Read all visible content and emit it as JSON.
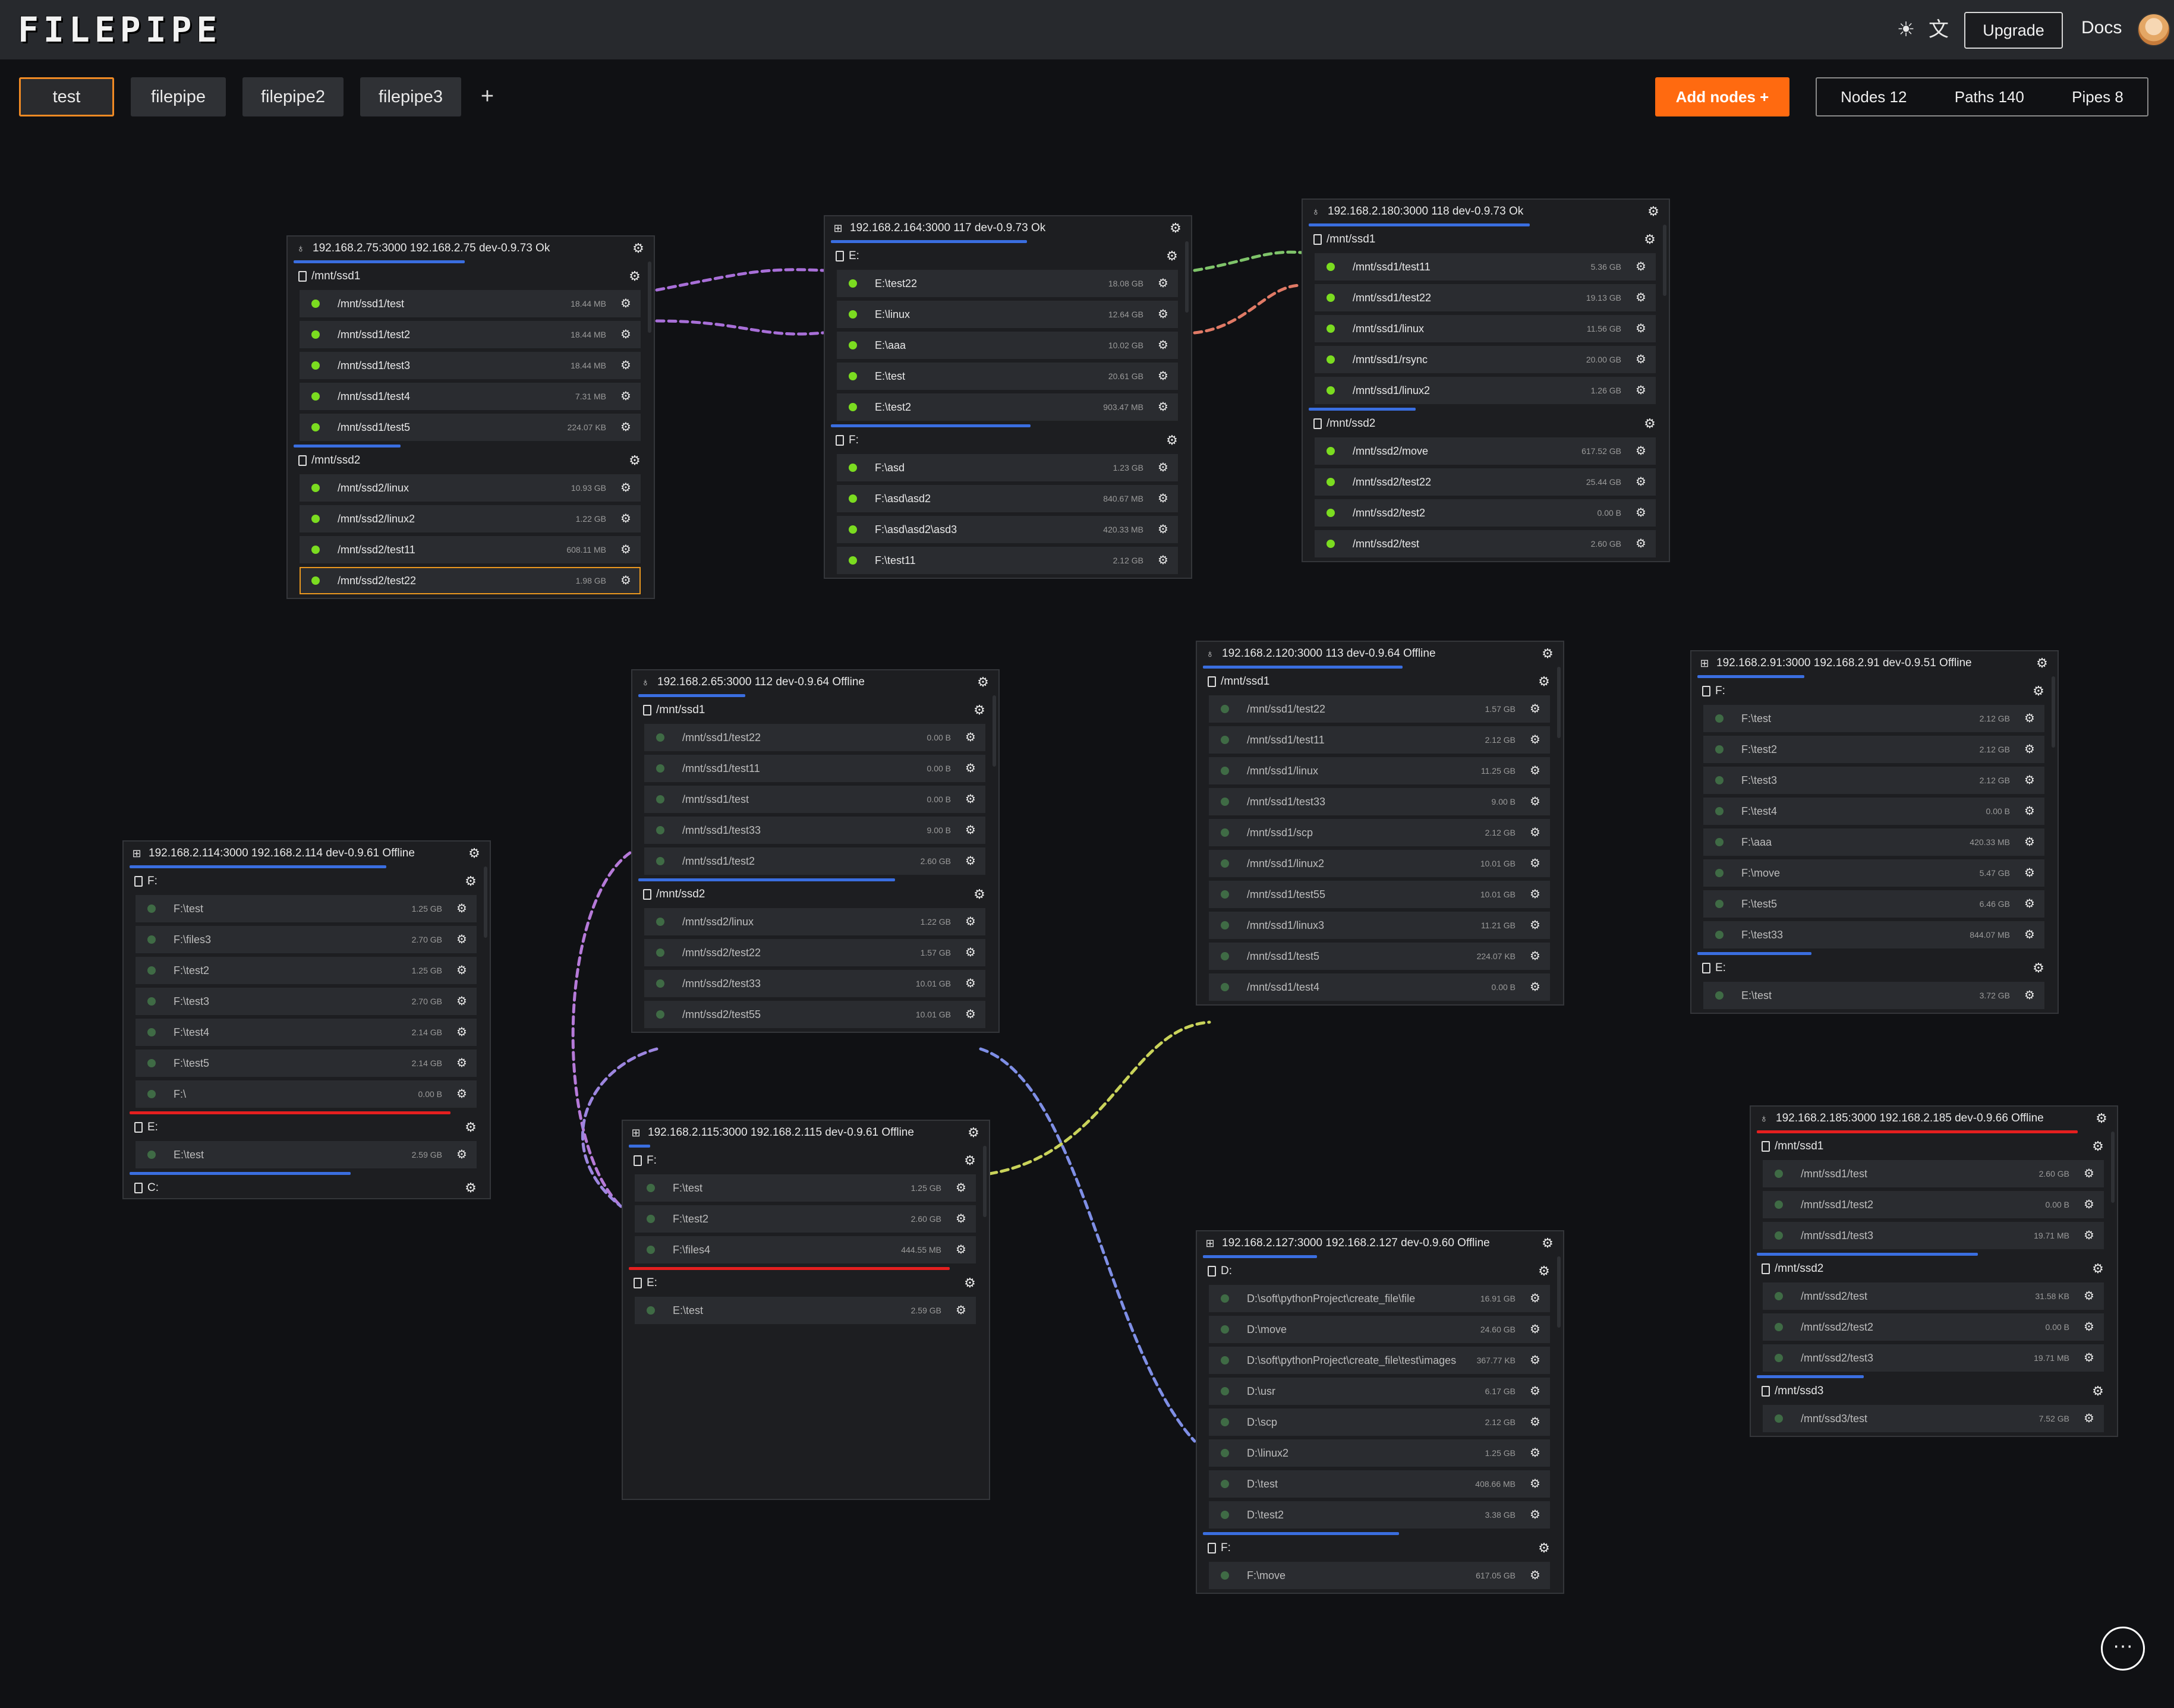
{
  "app": {
    "logo": "FILEPIPE"
  },
  "topbar": {
    "theme_icon": "sun-icon",
    "translate_icon": "translate-icon",
    "upgrade_label": "Upgrade",
    "docs_label": "Docs"
  },
  "tabs": [
    {
      "label": "test",
      "active": true
    },
    {
      "label": "filepipe"
    },
    {
      "label": "filepipe2"
    },
    {
      "label": "filepipe3"
    }
  ],
  "add_tab_label": "+",
  "add_nodes_label": "Add nodes +",
  "stats": {
    "nodes": "Nodes 12",
    "paths": "Paths 140",
    "pipes": "Pipes 8"
  },
  "more_label": "···",
  "colors": {
    "accent": "#ff6a10",
    "online": "#7bdc20",
    "offline": "#3f6b45",
    "disk_bar": "#3a6ee0",
    "disk_bar_full": "#e51f1f"
  },
  "nodes": [
    {
      "id": "n1",
      "os": "linux",
      "status": "online",
      "title": "192.168.2.75:3000  192.168.2.75  dev-0.9.73  Ok",
      "disks": [
        {
          "name": "/mnt/ssd1",
          "paths": [
            {
              "name": "/mnt/ssd1/test",
              "size": "18.44 MB"
            },
            {
              "name": "/mnt/ssd1/test2",
              "size": "18.44 MB"
            },
            {
              "name": "/mnt/ssd1/test3",
              "size": "18.44 MB"
            },
            {
              "name": "/mnt/ssd1/test4",
              "size": "7.31 MB"
            },
            {
              "name": "/mnt/ssd1/test5",
              "size": "224.07 KB"
            }
          ]
        },
        {
          "name": "/mnt/ssd2",
          "paths": [
            {
              "name": "/mnt/ssd2/linux",
              "size": "10.93 GB"
            },
            {
              "name": "/mnt/ssd2/linux2",
              "size": "1.22 GB"
            },
            {
              "name": "/mnt/ssd2/test11",
              "size": "608.11 MB"
            },
            {
              "name": "/mnt/ssd2/test22",
              "size": "1.98 GB",
              "selected": true
            }
          ]
        }
      ]
    },
    {
      "id": "n2",
      "os": "windows",
      "status": "online",
      "title": "192.168.2.164:3000  117  dev-0.9.73  Ok",
      "disks": [
        {
          "name": "E:",
          "paths": [
            {
              "name": "E:\\test22",
              "size": "18.08 GB"
            },
            {
              "name": "E:\\linux",
              "size": "12.64 GB"
            },
            {
              "name": "E:\\aaa",
              "size": "10.02 GB"
            },
            {
              "name": "E:\\test",
              "size": "20.61 GB"
            },
            {
              "name": "E:\\test2",
              "size": "903.47 MB"
            }
          ]
        },
        {
          "name": "F:",
          "paths": [
            {
              "name": "F:\\asd",
              "size": "1.23 GB"
            },
            {
              "name": "F:\\asd\\asd2",
              "size": "840.67 MB"
            },
            {
              "name": "F:\\asd\\asd2\\asd3",
              "size": "420.33 MB"
            },
            {
              "name": "F:\\test11",
              "size": "2.12 GB"
            }
          ]
        }
      ]
    },
    {
      "id": "n3",
      "os": "linux",
      "status": "online",
      "title": "192.168.2.180:3000  118  dev-0.9.73  Ok",
      "disks": [
        {
          "name": "/mnt/ssd1",
          "paths": [
            {
              "name": "/mnt/ssd1/test11",
              "size": "5.36 GB"
            },
            {
              "name": "/mnt/ssd1/test22",
              "size": "19.13 GB"
            },
            {
              "name": "/mnt/ssd1/linux",
              "size": "11.56 GB"
            },
            {
              "name": "/mnt/ssd1/rsync",
              "size": "20.00 GB"
            },
            {
              "name": "/mnt/ssd1/linux2",
              "size": "1.26 GB"
            }
          ]
        },
        {
          "name": "/mnt/ssd2",
          "paths": [
            {
              "name": "/mnt/ssd2/move",
              "size": "617.52 GB"
            },
            {
              "name": "/mnt/ssd2/test22",
              "size": "25.44 GB"
            },
            {
              "name": "/mnt/ssd2/test2",
              "size": "0.00 B"
            },
            {
              "name": "/mnt/ssd2/test",
              "size": "2.60 GB"
            }
          ]
        }
      ]
    },
    {
      "id": "n4",
      "os": "linux",
      "status": "offline",
      "title": "192.168.2.65:3000  112  dev-0.9.64  Offline",
      "disks": [
        {
          "name": "/mnt/ssd1",
          "paths": [
            {
              "name": "/mnt/ssd1/test22",
              "size": "0.00 B"
            },
            {
              "name": "/mnt/ssd1/test11",
              "size": "0.00 B"
            },
            {
              "name": "/mnt/ssd1/test",
              "size": "0.00 B"
            },
            {
              "name": "/mnt/ssd1/test33",
              "size": "9.00 B"
            },
            {
              "name": "/mnt/ssd1/test2",
              "size": "2.60 GB"
            }
          ]
        },
        {
          "name": "/mnt/ssd2",
          "paths": [
            {
              "name": "/mnt/ssd2/linux",
              "size": "1.22 GB"
            },
            {
              "name": "/mnt/ssd2/test22",
              "size": "1.57 GB"
            },
            {
              "name": "/mnt/ssd2/test33",
              "size": "10.01 GB"
            },
            {
              "name": "/mnt/ssd2/test55",
              "size": "10.01 GB"
            }
          ]
        }
      ]
    },
    {
      "id": "n5",
      "os": "linux",
      "status": "offline",
      "title": "192.168.2.120:3000  113  dev-0.9.64  Offline",
      "disks": [
        {
          "name": "/mnt/ssd1",
          "paths": [
            {
              "name": "/mnt/ssd1/test22",
              "size": "1.57 GB"
            },
            {
              "name": "/mnt/ssd1/test11",
              "size": "2.12 GB"
            },
            {
              "name": "/mnt/ssd1/linux",
              "size": "11.25 GB"
            },
            {
              "name": "/mnt/ssd1/test33",
              "size": "9.00 B"
            },
            {
              "name": "/mnt/ssd1/scp",
              "size": "2.12 GB"
            },
            {
              "name": "/mnt/ssd1/linux2",
              "size": "10.01 GB"
            },
            {
              "name": "/mnt/ssd1/test55",
              "size": "10.01 GB"
            },
            {
              "name": "/mnt/ssd1/linux3",
              "size": "11.21 GB"
            },
            {
              "name": "/mnt/ssd1/test5",
              "size": "224.07 KB"
            },
            {
              "name": "/mnt/ssd1/test4",
              "size": "0.00 B"
            }
          ]
        }
      ]
    },
    {
      "id": "n6",
      "os": "windows",
      "status": "offline",
      "title": "192.168.2.91:3000  192.168.2.91  dev-0.9.51  Offline",
      "disks": [
        {
          "name": "F:",
          "paths": [
            {
              "name": "F:\\test",
              "size": "2.12 GB"
            },
            {
              "name": "F:\\test2",
              "size": "2.12 GB"
            },
            {
              "name": "F:\\test3",
              "size": "2.12 GB"
            },
            {
              "name": "F:\\test4",
              "size": "0.00 B"
            },
            {
              "name": "F:\\aaa",
              "size": "420.33 MB"
            },
            {
              "name": "F:\\move",
              "size": "5.47 GB"
            },
            {
              "name": "F:\\test5",
              "size": "6.46 GB"
            },
            {
              "name": "F:\\test33",
              "size": "844.07 MB"
            }
          ]
        },
        {
          "name": "E:",
          "paths": [
            {
              "name": "E:\\test",
              "size": "3.72 GB"
            }
          ]
        }
      ]
    },
    {
      "id": "n7",
      "os": "windows",
      "status": "offline",
      "title": "192.168.2.114:3000  192.168.2.114  dev-0.9.61  Offline",
      "disks": [
        {
          "name": "F:",
          "paths": [
            {
              "name": "F:\\test",
              "size": "1.25 GB"
            },
            {
              "name": "F:\\files3",
              "size": "2.70 GB"
            },
            {
              "name": "F:\\test2",
              "size": "1.25 GB"
            },
            {
              "name": "F:\\test3",
              "size": "2.70 GB"
            },
            {
              "name": "F:\\test4",
              "size": "2.14 GB"
            },
            {
              "name": "F:\\test5",
              "size": "2.14 GB"
            },
            {
              "name": "F:\\",
              "size": "0.00 B"
            }
          ]
        },
        {
          "name": "E:",
          "full": true,
          "paths": [
            {
              "name": "E:\\test",
              "size": "2.59 GB"
            }
          ]
        },
        {
          "name": "C:",
          "paths": []
        }
      ]
    },
    {
      "id": "n8",
      "os": "windows",
      "status": "offline",
      "title": "192.168.2.115:3000  192.168.2.115  dev-0.9.61  Offline",
      "disks": [
        {
          "name": "F:",
          "paths": [
            {
              "name": "F:\\test",
              "size": "1.25 GB"
            },
            {
              "name": "F:\\test2",
              "size": "2.60 GB"
            },
            {
              "name": "F:\\files4",
              "size": "444.55 MB"
            }
          ]
        },
        {
          "name": "E:",
          "full": true,
          "paths": [
            {
              "name": "E:\\test",
              "size": "2.59 GB"
            }
          ]
        }
      ]
    },
    {
      "id": "n9",
      "os": "windows",
      "status": "offline",
      "title": "192.168.2.127:3000  192.168.2.127  dev-0.9.60  Offline",
      "disks": [
        {
          "name": "D:",
          "paths": [
            {
              "name": "D:\\soft\\pythonProject\\create_file\\file",
              "size": "16.91 GB"
            },
            {
              "name": "D:\\move",
              "size": "24.60 GB"
            },
            {
              "name": "D:\\soft\\pythonProject\\create_file\\test\\images",
              "size": "367.77 KB"
            },
            {
              "name": "D:\\usr",
              "size": "6.17 GB"
            },
            {
              "name": "D:\\scp",
              "size": "2.12 GB"
            },
            {
              "name": "D:\\linux2",
              "size": "1.25 GB"
            },
            {
              "name": "D:\\test",
              "size": "408.66 MB"
            },
            {
              "name": "D:\\test2",
              "size": "3.38 GB"
            }
          ]
        },
        {
          "name": "F:",
          "paths": [
            {
              "name": "F:\\move",
              "size": "617.05 GB"
            }
          ]
        }
      ]
    },
    {
      "id": "n10",
      "os": "linux",
      "status": "offline",
      "title": "192.168.2.185:3000  192.168.2.185  dev-0.9.66  Offline",
      "disks": [
        {
          "name": "/mnt/ssd1",
          "full": true,
          "paths": [
            {
              "name": "/mnt/ssd1/test",
              "size": "2.60 GB"
            },
            {
              "name": "/mnt/ssd1/test2",
              "size": "0.00 B"
            },
            {
              "name": "/mnt/ssd1/test3",
              "size": "19.71 MB"
            }
          ]
        },
        {
          "name": "/mnt/ssd2",
          "paths": [
            {
              "name": "/mnt/ssd2/test",
              "size": "31.58 KB"
            },
            {
              "name": "/mnt/ssd2/test2",
              "size": "0.00 B"
            },
            {
              "name": "/mnt/ssd2/test3",
              "size": "19.71 MB"
            }
          ]
        },
        {
          "name": "/mnt/ssd3",
          "paths": [
            {
              "name": "/mnt/ssd3/test",
              "size": "7.52 GB"
            }
          ]
        }
      ]
    }
  ]
}
